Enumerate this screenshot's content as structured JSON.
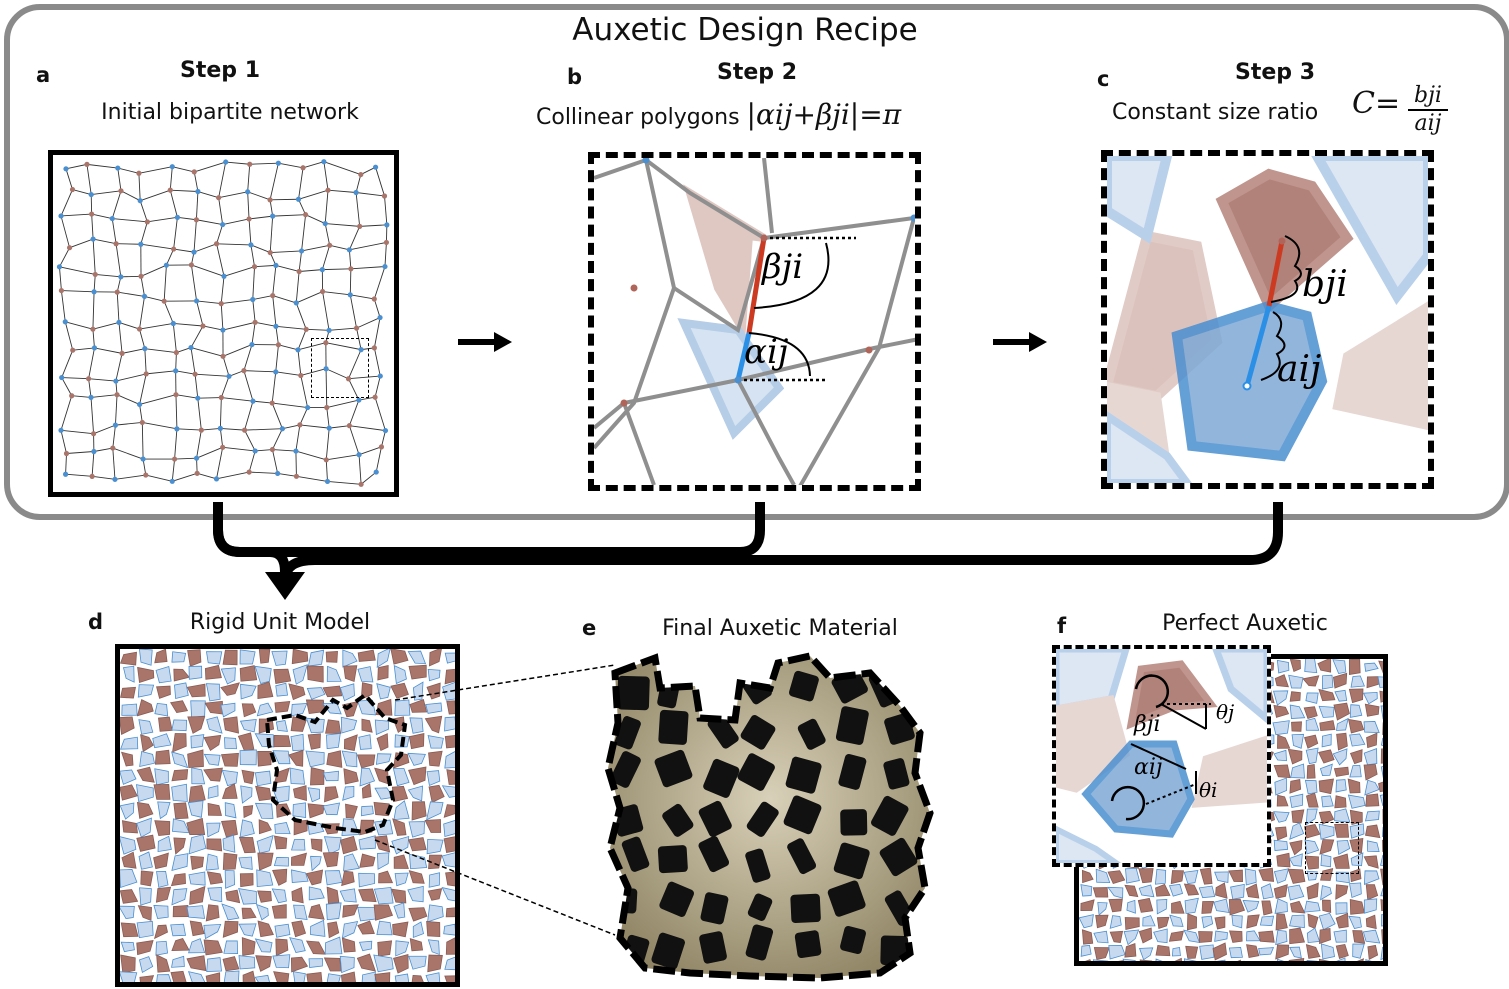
{
  "figure": {
    "title": "Auxetic Design Recipe"
  },
  "panels": {
    "a": {
      "letter": "a",
      "step": "Step 1",
      "caption": "Initial bipartite network"
    },
    "b": {
      "letter": "b",
      "step": "Step 2",
      "caption": "Collinear polygons",
      "equation": "|αij+βji|=π",
      "labels": {
        "beta": "βji",
        "alpha": "αij"
      }
    },
    "c": {
      "letter": "c",
      "step": "Step 3",
      "caption": "Constant size ratio",
      "equation_lhs": "C=",
      "equation_num": "bji",
      "equation_den": "aij",
      "labels": {
        "b": "bji",
        "a": "aij"
      }
    },
    "d": {
      "letter": "d",
      "caption": "Rigid Unit Model"
    },
    "e": {
      "letter": "e",
      "caption": "Final Auxetic Material"
    },
    "f": {
      "letter": "f",
      "caption": "Perfect Auxetic",
      "labels": {
        "beta": "βji",
        "alpha": "αij",
        "theta_j": "θj",
        "theta_i": "θi"
      }
    }
  },
  "colors": {
    "blue": "#4a8fd0",
    "blue_fill": "#c7d9ef",
    "brown": "#a9756b",
    "brown_fill": "#dcc2bc",
    "red": "#cc3a22",
    "frame_grey": "#8a8a8a",
    "edge_grey": "#8f8f8f"
  }
}
